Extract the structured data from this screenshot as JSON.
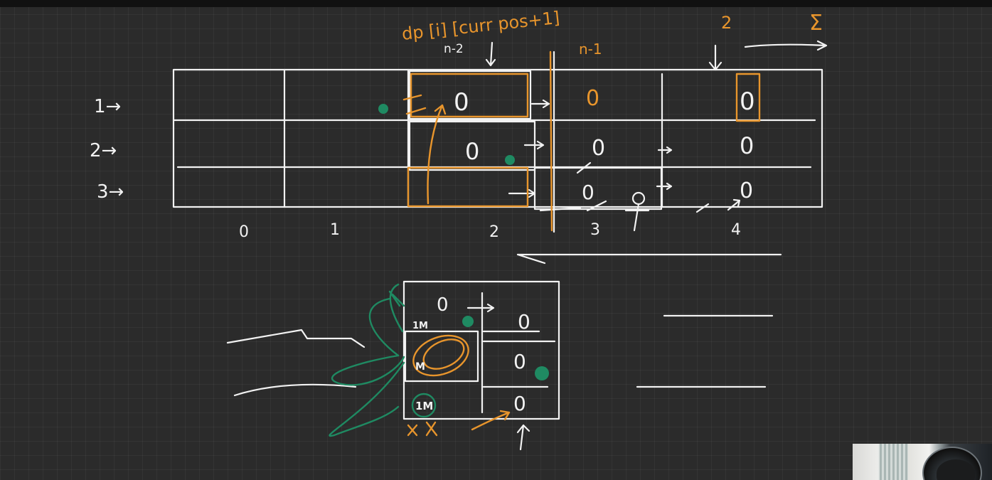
{
  "board": {
    "header": {
      "formula": "dp [i] [curr pos+1]",
      "n_minus_2": "n-2",
      "n_minus_1": "n-1",
      "two": "2",
      "sigma": "Σ"
    },
    "row_labels": [
      "1→",
      "2→",
      "3→"
    ],
    "col_labels": [
      "0",
      "1",
      "2",
      "3",
      "4"
    ],
    "main_cells": {
      "r1c2": "0",
      "r1c3": "0",
      "r1c4": "0",
      "r2c2": "0",
      "r2c3": "0",
      "r2c4": "0",
      "r3c3": "0",
      "r3c4": "0"
    },
    "mini_grid": {
      "top": "0",
      "right": [
        "0",
        "0",
        "0"
      ],
      "left_top": "1M",
      "left_mid": "M",
      "left_bot": "1M"
    }
  },
  "colors": {
    "background": "#2b2b2b",
    "chalk": "#f2f2f2",
    "orange": "#e8952c",
    "green": "#1f8a62"
  },
  "webcam": {
    "description_icon": "webcam-icon"
  }
}
